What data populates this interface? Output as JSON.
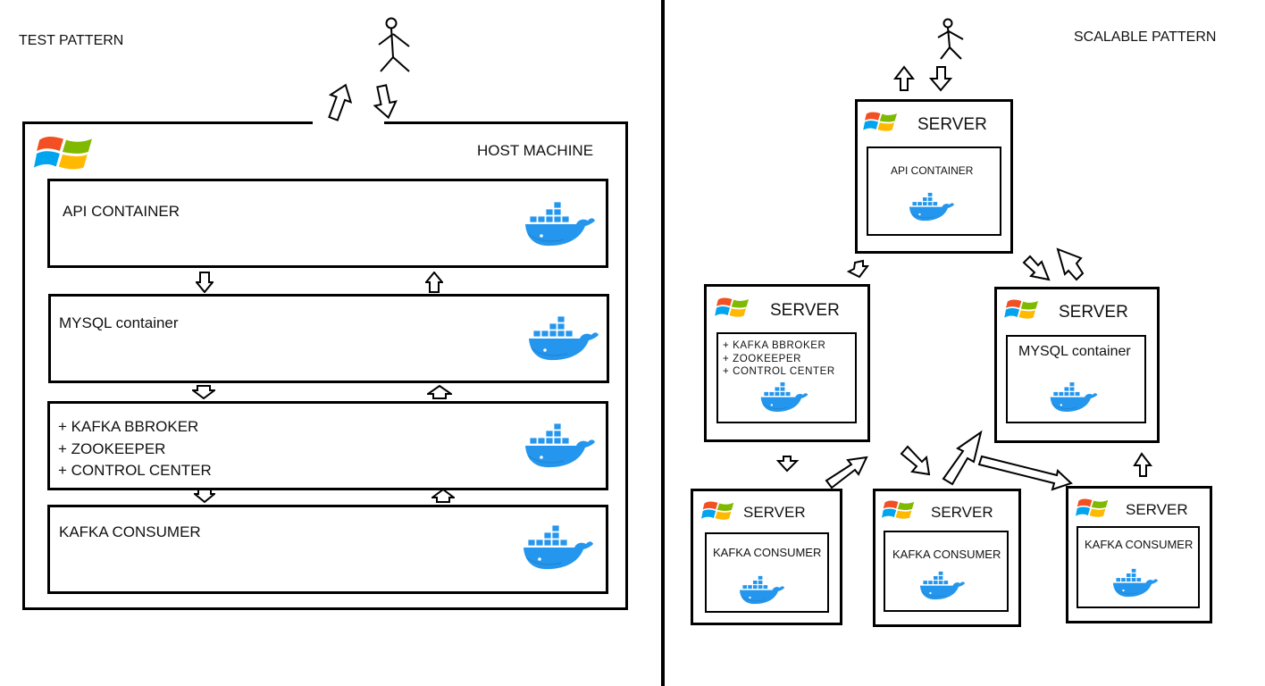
{
  "test_pattern": {
    "title": "TEST PATTERN",
    "host_label": "HOST MACHINE",
    "containers": [
      {
        "label": "API CONTAINER"
      },
      {
        "label": "MYSQL container"
      },
      {
        "lines": [
          "+ KAFKA BBROKER",
          "+ ZOOKEEPER",
          "+ CONTROL CENTER"
        ]
      },
      {
        "label": "KAFKA CONSUMER"
      }
    ]
  },
  "scalable_pattern": {
    "title": "SCALABLE PATTERN",
    "server_label": "SERVER",
    "servers": {
      "api": {
        "container": "API CONTAINER"
      },
      "kafka": {
        "lines": [
          "+ KAFKA BBROKER",
          "+ ZOOKEEPER",
          "+ CONTROL CENTER"
        ]
      },
      "mysql": {
        "container": "MYSQL container"
      },
      "consumer1": {
        "container": "KAFKA CONSUMER"
      },
      "consumer2": {
        "container": "KAFKA CONSUMER"
      },
      "consumer3": {
        "container": "KAFKA CONSUMER"
      }
    }
  },
  "icons": {
    "os_logo": "windows-logo-icon",
    "container": "docker-whale-icon",
    "user": "stick-figure-user-icon",
    "arrow": "hollow-arrow-icon"
  },
  "colors": {
    "docker_blue": "#2496ed",
    "win_red": "#f25022",
    "win_green": "#7fba00",
    "win_blue": "#00a4ef",
    "win_yellow": "#ffb900"
  }
}
